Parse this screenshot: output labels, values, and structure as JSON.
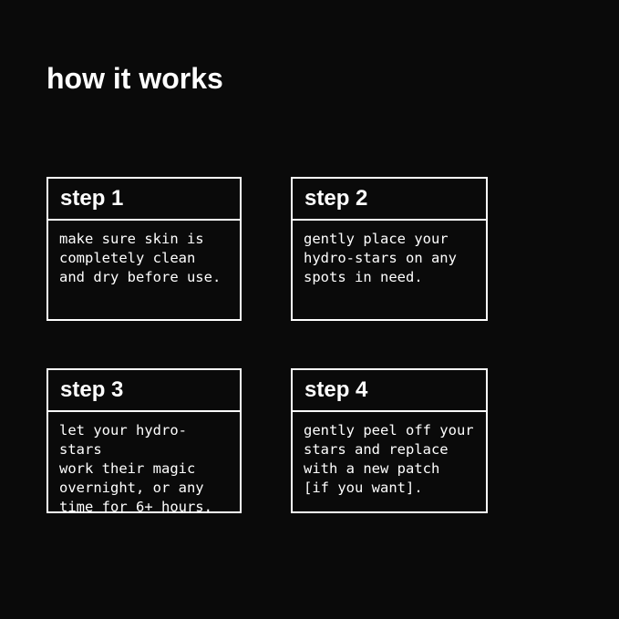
{
  "colors": {
    "background": "#0a0a0a",
    "text": "#ffffff",
    "card_border": "#ffffff"
  },
  "title": "how it works",
  "steps": [
    {
      "label": "step 1",
      "text": "make sure skin is\ncompletely clean\nand dry before use."
    },
    {
      "label": "step 2",
      "text": "gently place your\nhydro-stars on any\nspots in need."
    },
    {
      "label": "step 3",
      "text": "let your hydro-stars\nwork their magic\novernight, or any\ntime for 6+ hours."
    },
    {
      "label": "step 4",
      "text": "gently peel off your\nstars and replace\nwith a new patch\n[if you want]."
    }
  ]
}
